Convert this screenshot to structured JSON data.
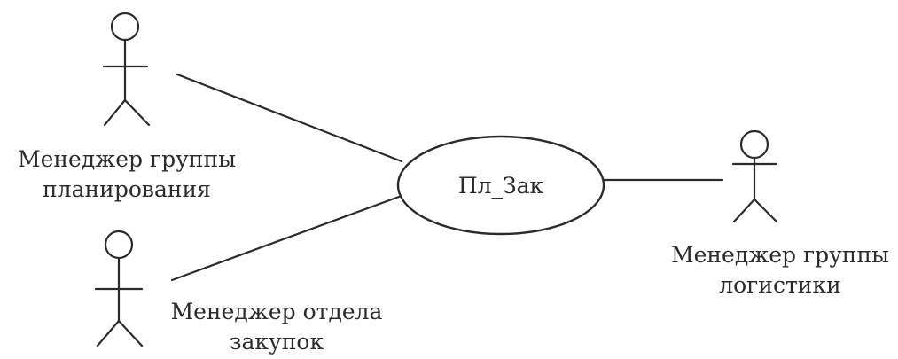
{
  "diagram": {
    "use_case": {
      "label": "Пл_Зак"
    },
    "actors": [
      {
        "id": "planning",
        "label_lines": [
          "Менеджер группы",
          "планирования"
        ]
      },
      {
        "id": "purchasing",
        "label_lines": [
          "Менеджер отдела",
          "закупок"
        ]
      },
      {
        "id": "logistics",
        "label_lines": [
          "Менеджер группы",
          "логистики"
        ]
      }
    ]
  }
}
